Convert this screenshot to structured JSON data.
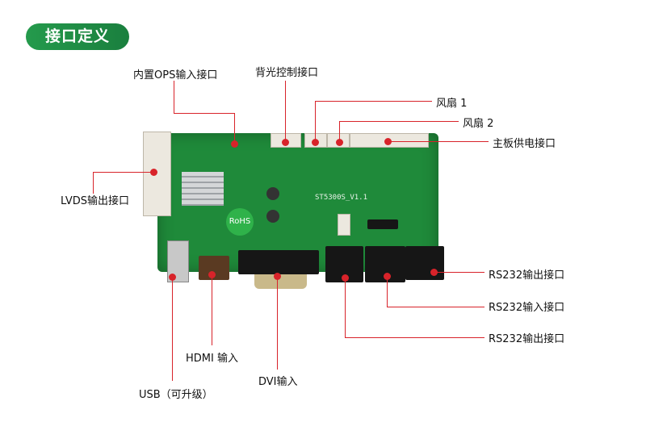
{
  "title": "接口定义",
  "board": {
    "model": "ST5300S_V1.1",
    "rohs": "RoHS"
  },
  "labels": {
    "ops": "内置OPS输入接口",
    "backlight": "背光控制接口",
    "fan1": "风扇 1",
    "fan2": "风扇 2",
    "power": "主板供电接口",
    "lvds": "LVDS输出接口",
    "rs232_out_top": "RS232输出接口",
    "rs232_in": "RS232输入接口",
    "rs232_out_bottom": "RS232输出接口",
    "hdmi": "HDMI 输入",
    "dvi": "DVI输入",
    "usb": "USB（可升级）"
  },
  "colors": {
    "accent": "#1e8a45",
    "leader": "#d8232a"
  }
}
